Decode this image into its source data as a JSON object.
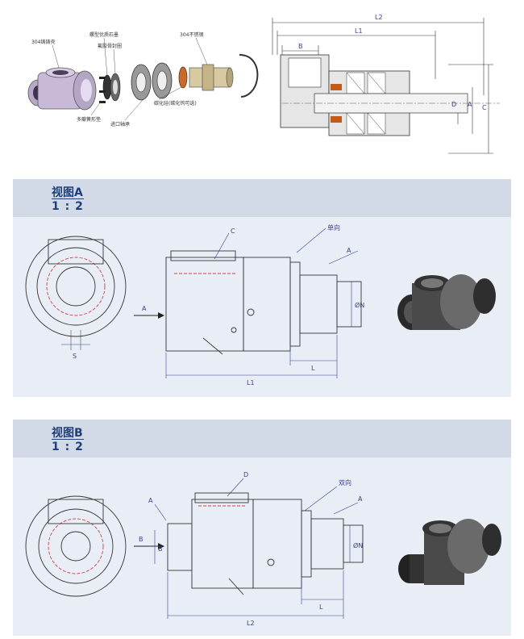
{
  "exploded": {
    "labels": {
      "housing": "304铸铸壳",
      "seal_ring": "螺型优质石墨",
      "oil_seal": "氟胶骨封圈",
      "bolts": "多瓣簧形垫",
      "bearing": "进口轴承",
      "insulator": "碳化硅(碳化钨可选)",
      "shaft": "304不锈钢"
    }
  },
  "section": {
    "dims": {
      "L2": "L2",
      "L1": "L1",
      "B": "B",
      "D": "D",
      "A": "A",
      "C": "C"
    }
  },
  "view_a": {
    "title": "视图A",
    "scale": "1 : 2",
    "labels": {
      "C": "C",
      "dir": "单向",
      "A": "A",
      "arrow": "A",
      "N": "ØN",
      "S": "S",
      "L": "L",
      "L1": "L1"
    }
  },
  "view_b": {
    "title": "视图B",
    "scale": "1 : 2",
    "labels": {
      "D": "D",
      "dir": "双向",
      "A_left": "A",
      "A_right": "A",
      "arrow": "B",
      "B": "B",
      "N": "ØN",
      "L": "L",
      "L2": "L2"
    }
  },
  "colors": {
    "dim": "#3a3f8f",
    "panel": "#e9eef6",
    "header": "#d3dae7",
    "title": "#1f3f7a"
  }
}
